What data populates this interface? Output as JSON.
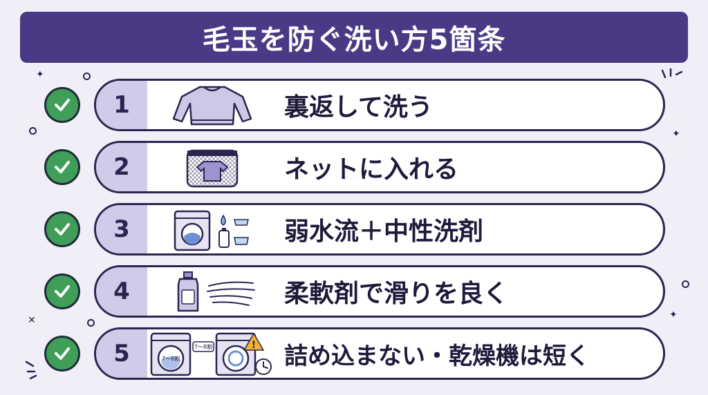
{
  "title": "毛玉を防ぐ洗い方5箇条",
  "colors": {
    "title_bg": "#4a3a86",
    "check_green": "#3f9e57",
    "outline": "#2a2550",
    "number_cell": "#cfcbe8",
    "background": "#f0eff8"
  },
  "items": [
    {
      "number": "1",
      "label": "裏返して洗う",
      "icon": "sweatshirt-icon"
    },
    {
      "number": "2",
      "label": "ネットに入れる",
      "icon": "laundry-net-icon"
    },
    {
      "number": "3",
      "label": "弱水流＋中性洗剤",
      "icon": "washing-machine-detergent-icon"
    },
    {
      "number": "4",
      "label": "柔軟剤で滑りを良く",
      "icon": "softener-bottle-icon"
    },
    {
      "number": "5",
      "label": "詰め込まない・乾燥機は短く",
      "icon": "washer-dryer-timer-icon",
      "badges": [
        "7〜8割",
        "7〜8割"
      ]
    }
  ]
}
